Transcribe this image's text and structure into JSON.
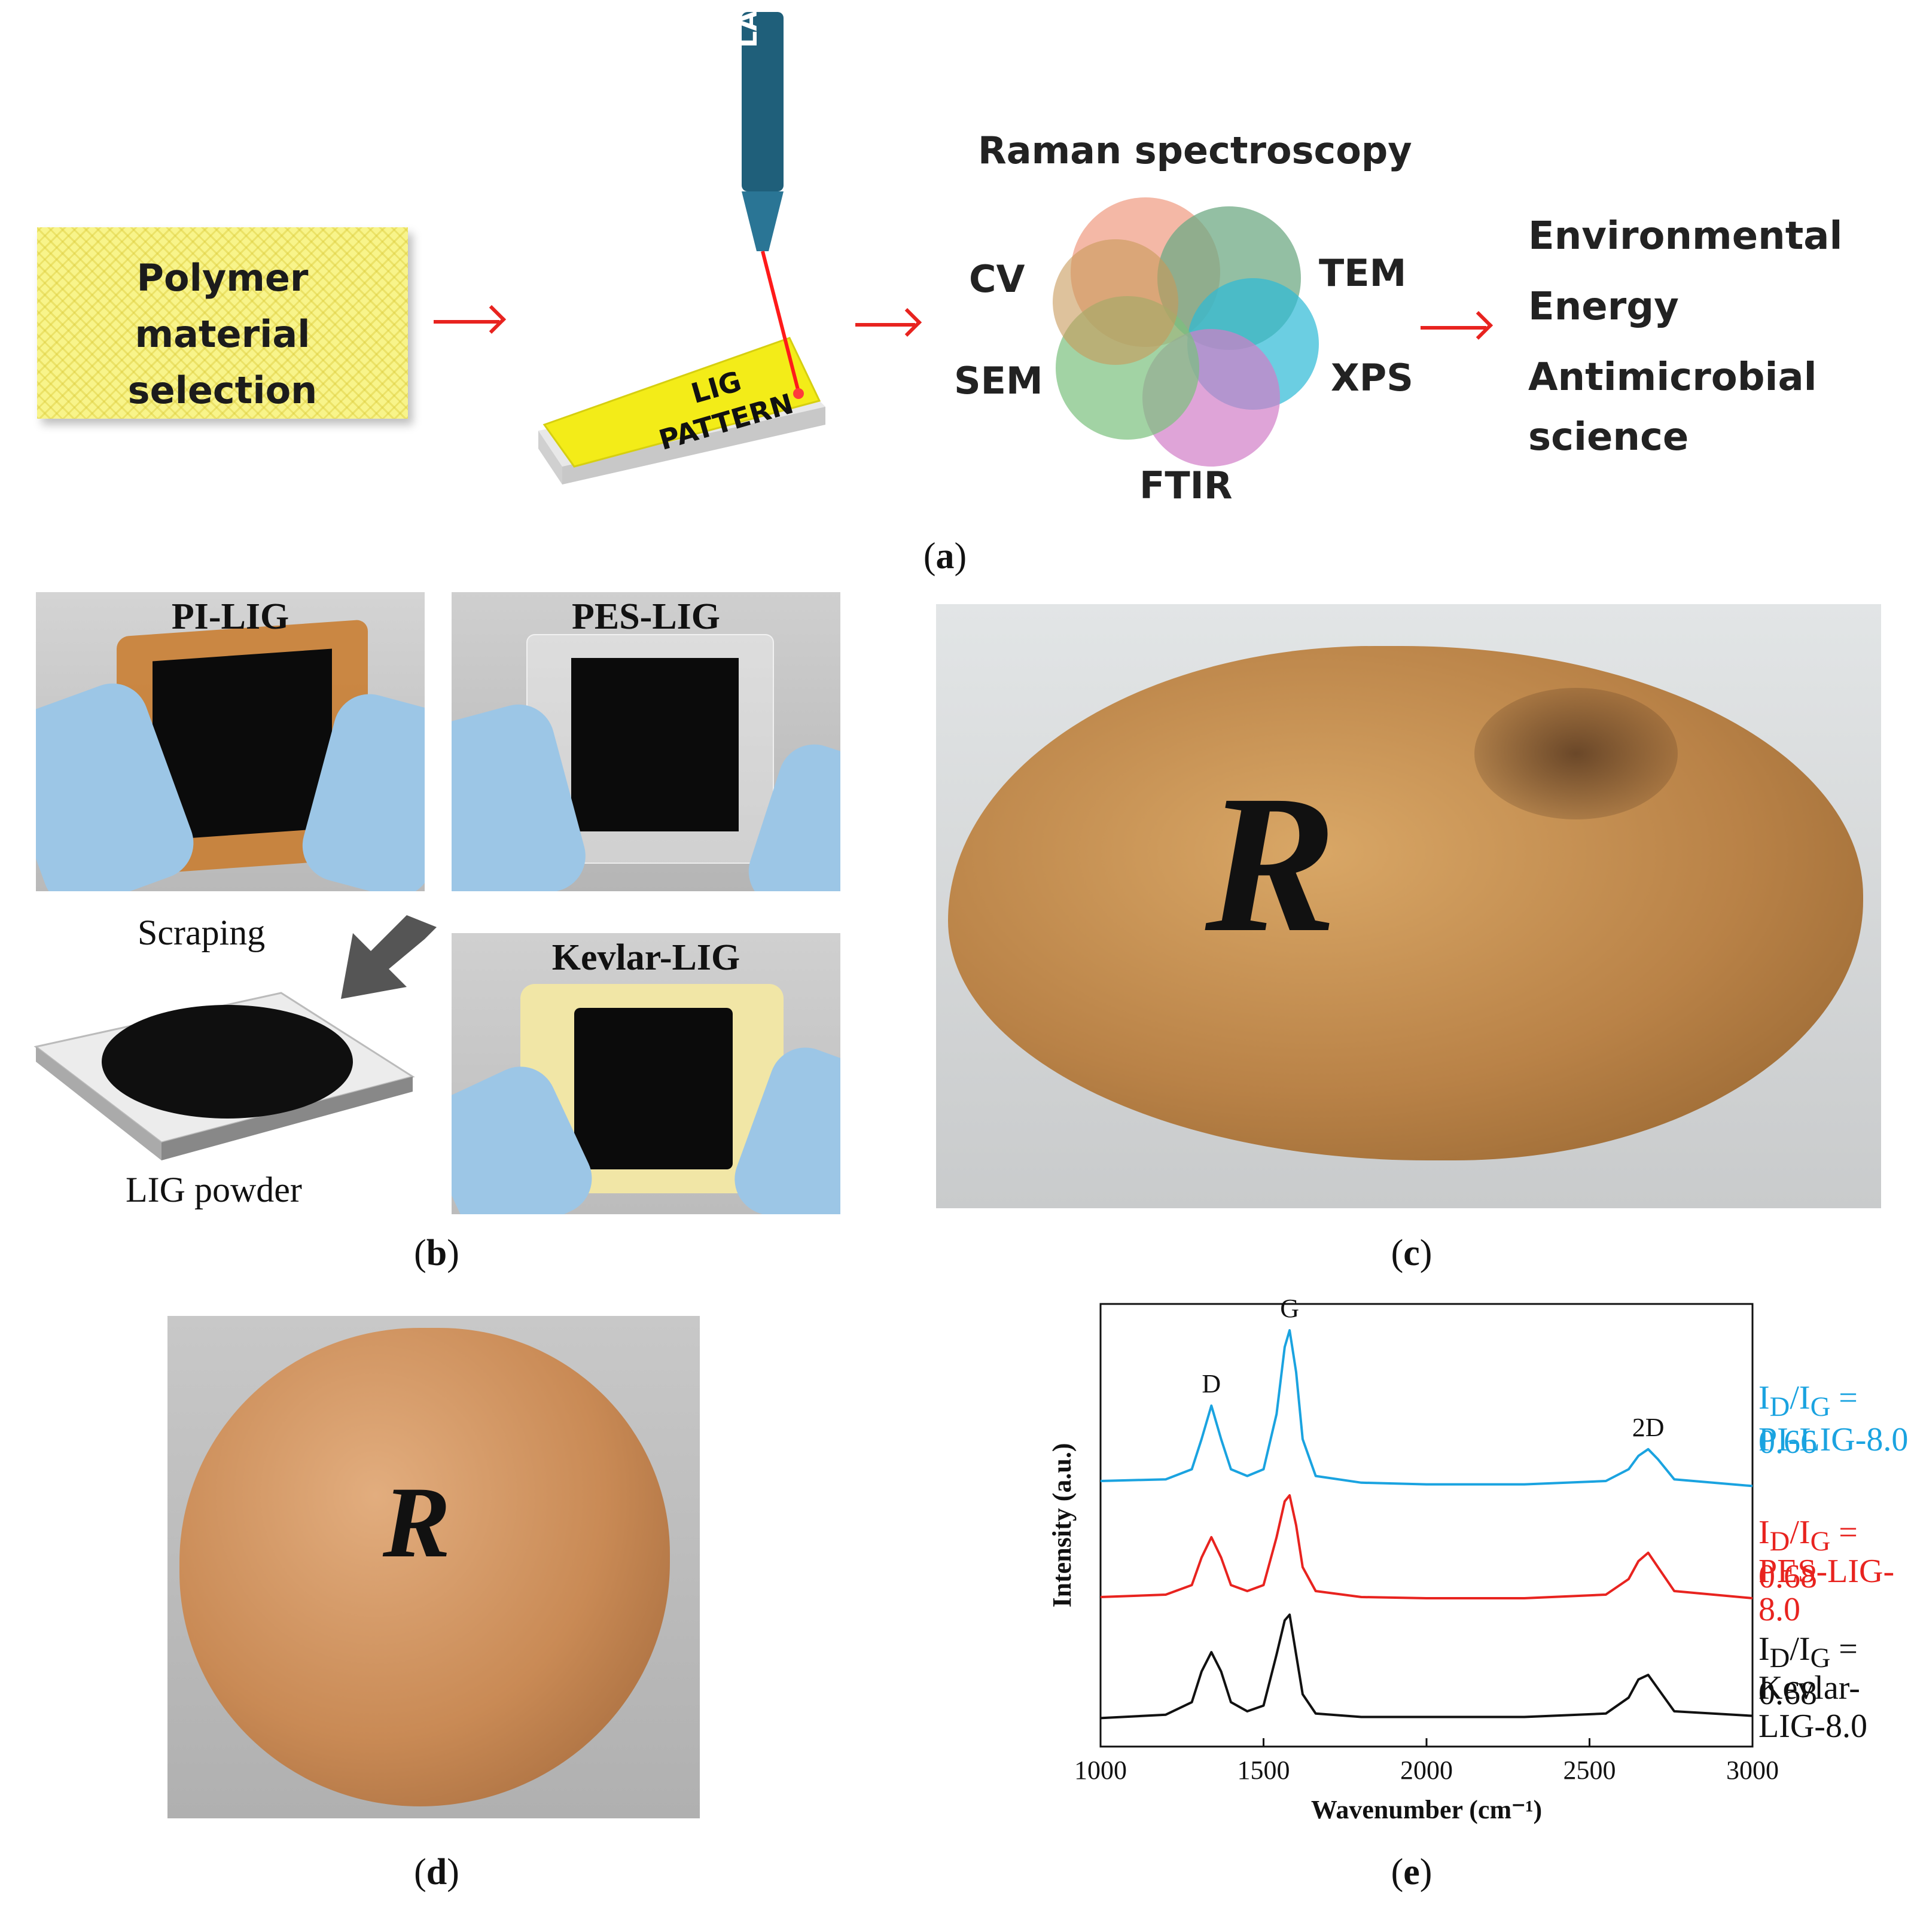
{
  "panel_a": {
    "polymer_box_lines": [
      "Polymer",
      "material",
      "selection"
    ],
    "laser_label": "LASER",
    "pattern_lines": [
      "LIG",
      "PATTERN"
    ],
    "techniques": {
      "top": "Raman spectroscopy",
      "left_upper": "CV",
      "right_upper": "TEM",
      "left_lower": "SEM",
      "right_lower": "XPS",
      "bottom": "FTIR"
    },
    "applications": [
      "Environmental",
      "Energy",
      "Antimicrobial",
      "science"
    ],
    "caption_letter": "a"
  },
  "panel_b": {
    "pi_label": "PI-LIG",
    "pes_label": "PES-LIG",
    "kevlar_label": "Kevlar-LIG",
    "scraping_label": "Scraping",
    "powder_label": "LIG powder",
    "caption_letter": "b"
  },
  "panel_c": {
    "logo_letter": "R",
    "caption_letter": "c"
  },
  "panel_d": {
    "logo_letter": "R",
    "caption_letter": "d"
  },
  "panel_e": {
    "caption_letter": "e"
  },
  "chart_data": {
    "type": "line",
    "xlabel": "Wavenumber (cm⁻¹)",
    "ylabel": "Intensity (a.u.)",
    "xlim": [
      1000,
      3000
    ],
    "xticks": [
      "1000",
      "1500",
      "2000",
      "2500",
      "3000"
    ],
    "peak_labels": [
      "D",
      "G",
      "2D"
    ],
    "series": [
      {
        "name": "PI-LIG-8.0",
        "ratio_label": "I_D/I_G = 0.66",
        "ratio_value": "0.66",
        "color": "#1aa3e0",
        "x": [
          1000,
          1200,
          1280,
          1310,
          1340,
          1370,
          1400,
          1450,
          1500,
          1540,
          1565,
          1580,
          1600,
          1620,
          1660,
          1800,
          2000,
          2300,
          2550,
          2620,
          2650,
          2680,
          2710,
          2760,
          3000
        ],
        "y": [
          0.05,
          0.06,
          0.12,
          0.3,
          0.5,
          0.3,
          0.12,
          0.08,
          0.12,
          0.45,
          0.85,
          0.95,
          0.7,
          0.3,
          0.08,
          0.04,
          0.03,
          0.03,
          0.05,
          0.12,
          0.2,
          0.24,
          0.18,
          0.06,
          0.02
        ]
      },
      {
        "name": "PES-LIG-8.0",
        "ratio_label": "I_D/I_G = 0.68",
        "ratio_value": "0.68",
        "color": "#e8231f",
        "x": [
          1000,
          1200,
          1280,
          1310,
          1340,
          1370,
          1400,
          1450,
          1500,
          1540,
          1565,
          1580,
          1600,
          1620,
          1660,
          1800,
          2000,
          2300,
          2550,
          2620,
          2650,
          2680,
          2710,
          2760,
          3000
        ],
        "y": [
          0.05,
          0.07,
          0.15,
          0.38,
          0.55,
          0.38,
          0.15,
          0.1,
          0.15,
          0.55,
          0.85,
          0.9,
          0.65,
          0.3,
          0.1,
          0.05,
          0.04,
          0.04,
          0.07,
          0.2,
          0.35,
          0.42,
          0.3,
          0.1,
          0.04
        ]
      },
      {
        "name": "Kevlar-LIG-8.0",
        "ratio_label": "I_D/I_G = 0.68",
        "ratio_value": "0.68",
        "color": "#111111",
        "x": [
          1000,
          1200,
          1280,
          1310,
          1340,
          1370,
          1400,
          1450,
          1500,
          1540,
          1565,
          1580,
          1600,
          1620,
          1660,
          1800,
          2000,
          2300,
          2550,
          2620,
          2650,
          2680,
          2710,
          2760,
          3000
        ],
        "y": [
          0.04,
          0.07,
          0.18,
          0.45,
          0.62,
          0.45,
          0.18,
          0.1,
          0.15,
          0.6,
          0.9,
          0.95,
          0.6,
          0.25,
          0.08,
          0.05,
          0.05,
          0.05,
          0.08,
          0.22,
          0.38,
          0.42,
          0.3,
          0.1,
          0.06
        ]
      }
    ]
  }
}
